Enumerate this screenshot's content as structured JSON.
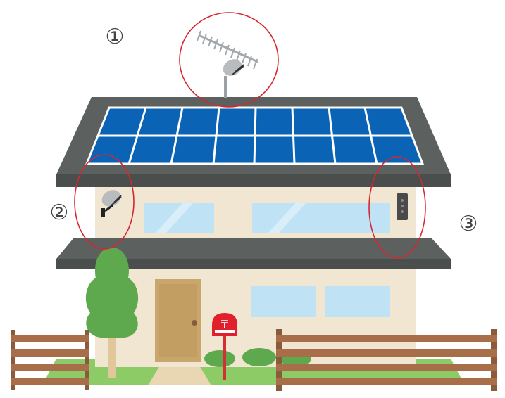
{
  "labels": {
    "one": "①",
    "two": "②",
    "three": "③"
  },
  "mailbox": {
    "symbol": "〒"
  },
  "colors": {
    "highlight_circle": "#d7262f",
    "solar_panel": "#0a63b5",
    "roof": "#5c605f",
    "wall": "#f0e6d2",
    "window": "#bfe3f5",
    "door": "#c9a66b",
    "tree": "#5ea84d",
    "fence": "#8a5a3c",
    "mailbox": "#e2202c",
    "grass": "#7fbf5a"
  },
  "icons": [
    "tv-antenna-icon",
    "satellite-dish-icon",
    "wall-receiver-icon",
    "mailbox-icon"
  ]
}
